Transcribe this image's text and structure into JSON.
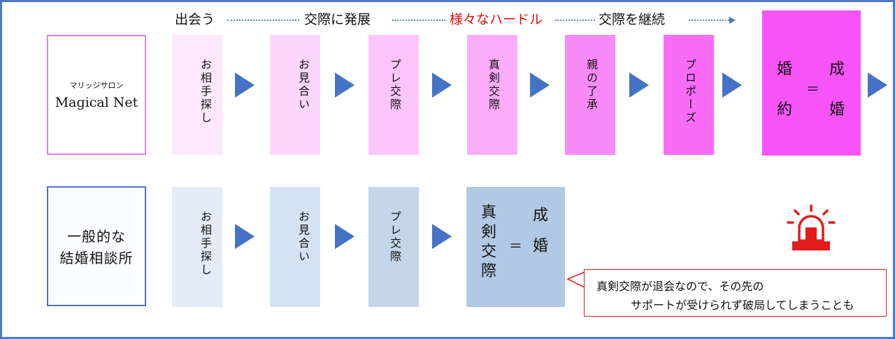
{
  "stages": {
    "meet": "出会う",
    "develop": "交際に発展",
    "hurdles": "様々なハードル",
    "continue": "交際を継続"
  },
  "colors": {
    "frame": "#4f79c3",
    "arrow": "#4472c4",
    "hurdle_text": "#e01010",
    "magical_border": "#e77de7",
    "general_border": "#4a72c4",
    "pink_steps": [
      "#fde8fd",
      "#fdd6fd",
      "#fcc6fc",
      "#fbacfb",
      "#f98bf9",
      "#f86cf8",
      "#f654f6"
    ],
    "blue_steps": [
      "#e2ebf6",
      "#d5e2f1",
      "#c3d6ea",
      "#b1c9e3"
    ]
  },
  "magical_row": {
    "org_line1": "マリッジサロン",
    "org_line2": "Magical Net",
    "steps": [
      "お相手探し",
      "お見合い",
      "プレ交際",
      "真剣交際",
      "親の了承",
      "プロポーズ"
    ],
    "final": {
      "left_top": "婚",
      "left_bottom": "約",
      "equals": "＝",
      "right_top": "成",
      "right_bottom": "婚"
    }
  },
  "general_row": {
    "org_line1": "一般的な",
    "org_line2": "結婚相談所",
    "steps": [
      "お相手探し",
      "お見合い",
      "プレ交際"
    ],
    "final": {
      "left": "真剣交際",
      "equals": "＝",
      "right": "成婚"
    }
  },
  "alert_icon": "siren-icon",
  "callout": {
    "line1": "真剣交際が退会なので、その先の",
    "line2": "サポートが受けられず破局してしまうことも"
  }
}
